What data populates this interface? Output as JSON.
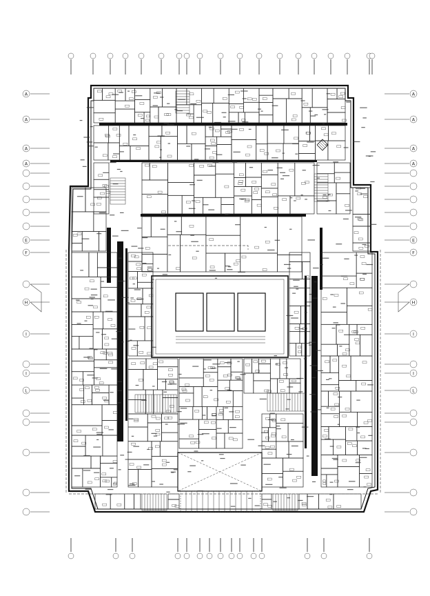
{
  "row_grid_left": [
    "A",
    "A",
    "A",
    "A",
    "",
    "",
    "",
    "",
    "",
    "E",
    "F",
    "",
    "H",
    "I",
    "",
    "I",
    "L",
    "",
    "",
    "",
    "",
    ""
  ],
  "row_grid_right": [
    "A",
    "A",
    "A",
    "A",
    "",
    "",
    "",
    "",
    "",
    "E",
    "F",
    "",
    "H",
    "I",
    "",
    "I",
    "L",
    "",
    "",
    "",
    "",
    ""
  ],
  "top_grid": [
    "",
    "",
    "",
    "",
    "",
    "",
    "",
    "",
    "",
    "",
    "",
    "",
    "",
    "",
    "",
    "",
    "",
    "",
    ""
  ],
  "bottom_grid": [
    "",
    "",
    "",
    "",
    "",
    "",
    "",
    "",
    "",
    "",
    "",
    "",
    "",
    "",
    "",
    "",
    ""
  ],
  "dimension_notes": [
    "",
    "",
    "",
    "",
    "",
    ""
  ],
  "colors": {
    "line": "#111111",
    "background": "#ffffff",
    "dashed": "#555555"
  }
}
